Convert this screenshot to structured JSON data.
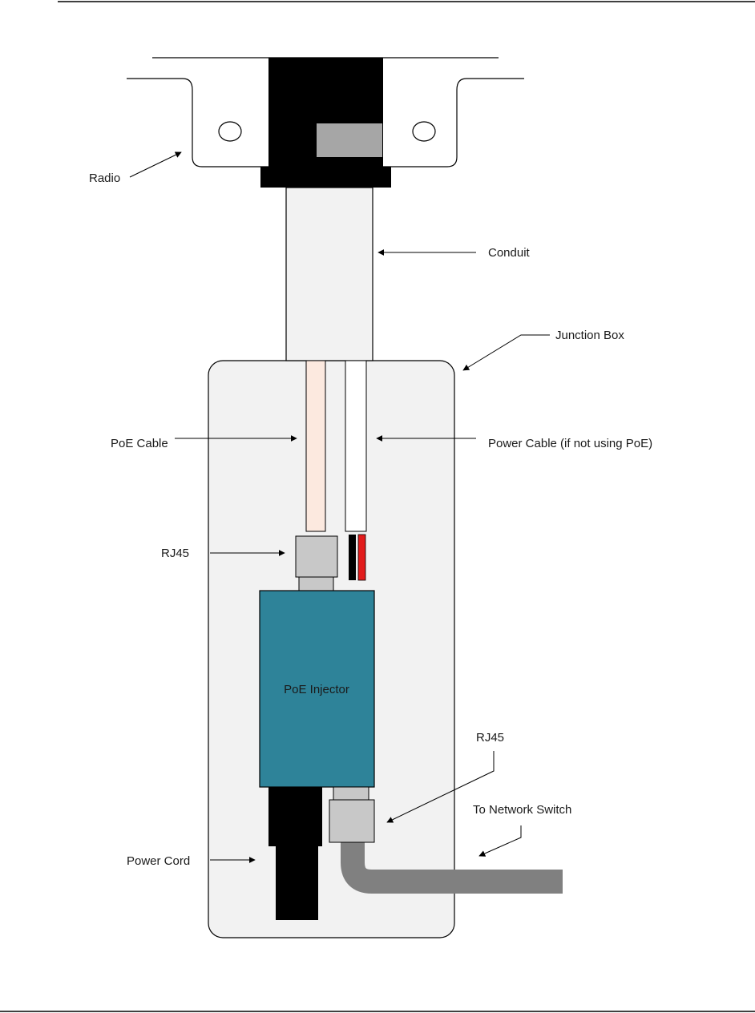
{
  "labels": {
    "radio": "Radio",
    "conduit": "Conduit",
    "junction_box": "Junction Box",
    "poe_cable": "PoE Cable",
    "power_cable": "Power Cable (if not using PoE)",
    "rj45_top": "RJ45",
    "poe_injector": "PoE Injector",
    "rj45_bottom": "RJ45",
    "to_network_switch": "To Network Switch",
    "power_cord": "Power Cord"
  },
  "colors": {
    "injector": "#2E8399",
    "connector": "#C8C8C8",
    "junction_box": "#F2F2F2",
    "poe_cable": "#FCE9DF",
    "network_cable": "#808080",
    "wire_red": "#E21B1B",
    "wire_black": "#000000",
    "radio_body": "#000000",
    "radio_panel": "#A6A6A6"
  }
}
